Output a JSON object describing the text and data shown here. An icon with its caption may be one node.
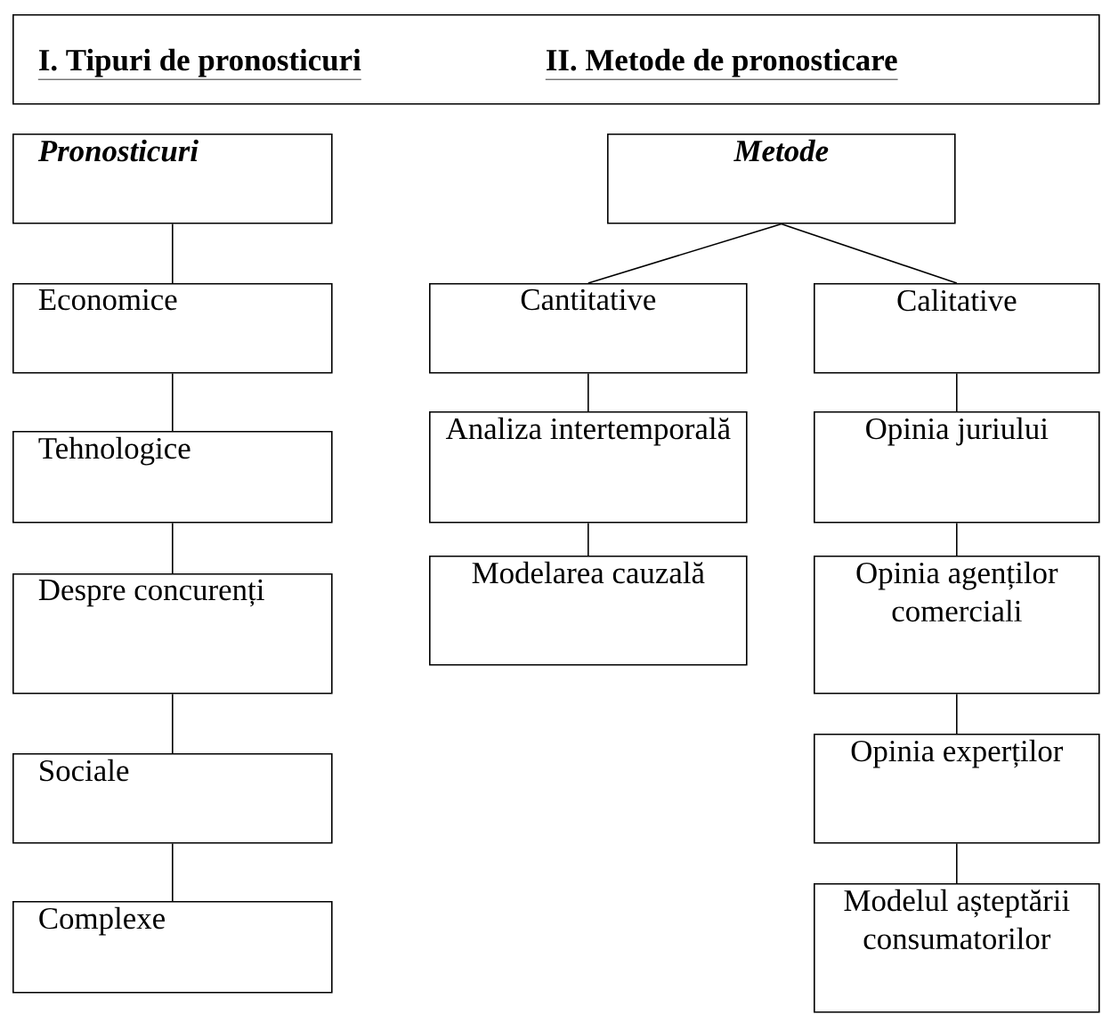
{
  "diagram": {
    "nodes": [
      {
        "text": [
          "I. Tipuri de pronosticuri",
          "II. Metode de pronosticare"
        ]
      },
      {
        "text": [
          "Pronosticuri"
        ]
      },
      {
        "text": [
          "Metode"
        ]
      },
      {
        "text": [
          "Economice"
        ]
      },
      {
        "text": [
          "Cantitative"
        ]
      },
      {
        "text": [
          "Calitative"
        ]
      },
      {
        "text": [
          "Tehnologice"
        ]
      },
      {
        "text": [
          "Analiza intertemporală"
        ]
      },
      {
        "text": [
          "Opinia juriului"
        ]
      },
      {
        "text": [
          "Despre concurenți"
        ]
      },
      {
        "text": [
          "Modelarea cauzală"
        ]
      },
      {
        "text": [
          "Opinia agenților comerciali"
        ]
      },
      {
        "text": [
          "Sociale"
        ]
      },
      {
        "text": [
          "Opinia experților"
        ]
      },
      {
        "text": [
          "Complexe"
        ]
      },
      {
        "text": [
          "Modelul așteptării consumatorilor"
        ]
      }
    ],
    "edges": [
      {
        "from": 1,
        "to": 3,
        "arrow": "none"
      },
      {
        "from": 3,
        "to": 6,
        "arrow": "none"
      },
      {
        "from": 6,
        "to": 9,
        "arrow": "none"
      },
      {
        "from": 9,
        "to": 12,
        "arrow": "none"
      },
      {
        "from": 12,
        "to": 14,
        "arrow": "none"
      },
      {
        "from": 2,
        "to": 4,
        "arrow": "none"
      },
      {
        "from": 2,
        "to": 5,
        "arrow": "none"
      },
      {
        "from": 4,
        "to": 7,
        "arrow": "none"
      },
      {
        "from": 7,
        "to": 10,
        "arrow": "none"
      },
      {
        "from": 5,
        "to": 8,
        "arrow": "none"
      },
      {
        "from": 8,
        "to": 11,
        "arrow": "none"
      },
      {
        "from": 11,
        "to": 13,
        "arrow": "none"
      },
      {
        "from": 13,
        "to": 15,
        "arrow": "none"
      }
    ]
  }
}
